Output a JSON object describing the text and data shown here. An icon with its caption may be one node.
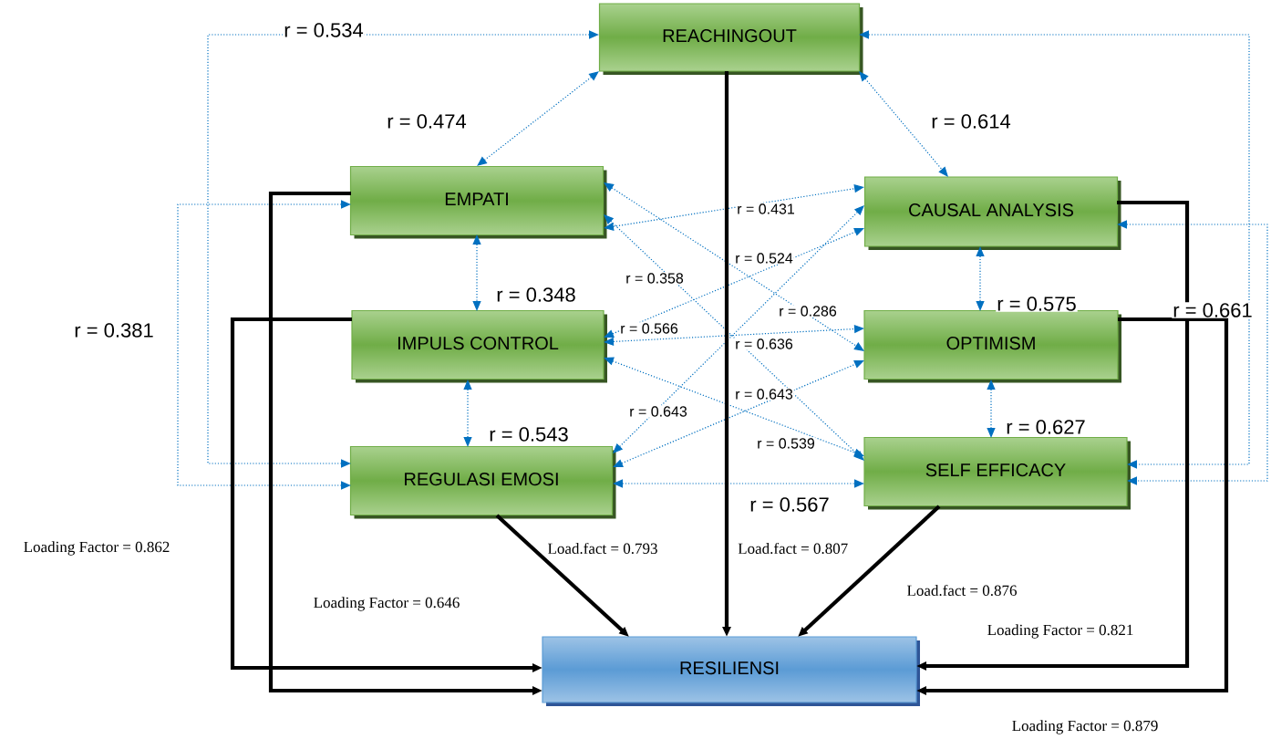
{
  "diagram": {
    "nodes": [
      {
        "text": [
          "REACHINGOUT"
        ]
      },
      {
        "text": [
          "EMPATI"
        ]
      },
      {
        "text": [
          "CAUSAL ANALYSIS"
        ]
      },
      {
        "text": [
          "IMPULS CONTROL"
        ]
      },
      {
        "text": [
          "OPTIMISM"
        ]
      },
      {
        "text": [
          "REGULASI EMOSI"
        ]
      },
      {
        "text": [
          "SELF EFFICACY"
        ]
      },
      {
        "text": [
          "RESILIENSI"
        ]
      }
    ],
    "edges": [
      {
        "from": 0,
        "to": 1,
        "arrow": "both",
        "style": "dashed",
        "label": "r = 0.474"
      },
      {
        "from": 0,
        "to": 2,
        "arrow": "both",
        "style": "dashed",
        "label": "r = 0.614"
      },
      {
        "from": 0,
        "to": 5,
        "arrow": "both",
        "style": "dashed",
        "label": "r = 0.534"
      },
      {
        "from": 1,
        "to": 5,
        "arrow": "both",
        "style": "dashed",
        "label": "r = 0.381"
      },
      {
        "from": 0,
        "to": 6,
        "arrow": "both",
        "style": "dashed"
      },
      {
        "from": 2,
        "to": 6,
        "arrow": "both",
        "style": "dashed",
        "label": "r = 0.661"
      },
      {
        "from": 1,
        "to": 3,
        "arrow": "both",
        "style": "dashed",
        "label": "r = 0.348"
      },
      {
        "from": 3,
        "to": 5,
        "arrow": "both",
        "style": "dashed",
        "label": "r = 0.543"
      },
      {
        "from": 2,
        "to": 4,
        "arrow": "both",
        "style": "dashed",
        "label": "r = 0.575"
      },
      {
        "from": 4,
        "to": 6,
        "arrow": "both",
        "style": "dashed",
        "label": "r = 0.627"
      },
      {
        "from": 5,
        "to": 6,
        "arrow": "both",
        "style": "dashed",
        "label": "r = 0.567"
      },
      {
        "from": 1,
        "to": 2,
        "arrow": "both",
        "style": "dashed",
        "label": "r = 0.431"
      },
      {
        "from": 1,
        "to": 4,
        "arrow": "both",
        "style": "dashed",
        "label": "r = 0.524"
      },
      {
        "from": 1,
        "to": 6,
        "arrow": "both",
        "style": "dashed",
        "label": "r = 0.636"
      },
      {
        "from": 3,
        "to": 2,
        "arrow": "both",
        "style": "dashed",
        "label": "r = 0.566"
      },
      {
        "from": 3,
        "to": 4,
        "arrow": "both",
        "style": "dashed",
        "label": "r = 0.286"
      },
      {
        "from": 3,
        "to": 6,
        "arrow": "both",
        "style": "dashed",
        "label": "r = 0.539"
      },
      {
        "from": 5,
        "to": 2,
        "arrow": "both",
        "style": "dashed",
        "label": "r = 0.643"
      },
      {
        "from": 5,
        "to": 4,
        "arrow": "both",
        "style": "dashed",
        "label": "r = 0.643"
      },
      {
        "from": 1,
        "to": 7,
        "arrow": "to",
        "style": "thick",
        "color": "#000000",
        "label": "Loading Factor = 0.646"
      },
      {
        "from": 3,
        "to": 7,
        "arrow": "to",
        "style": "thick",
        "color": "#000000",
        "label": "Loading Factor = 0.862"
      },
      {
        "from": 5,
        "to": 7,
        "arrow": "to",
        "style": "thick",
        "color": "#000000",
        "label": "Load.fact = 0.793"
      },
      {
        "from": 0,
        "to": 7,
        "arrow": "to",
        "style": "thick",
        "color": "#000000",
        "label": "Load.fact = 0.807"
      },
      {
        "from": 6,
        "to": 7,
        "arrow": "to",
        "style": "thick",
        "color": "#000000",
        "label": "Load.fact = 0.876"
      },
      {
        "from": 2,
        "to": 7,
        "arrow": "to",
        "style": "thick",
        "color": "#000000",
        "label": "Loading Factor = 0.821"
      },
      {
        "from": 4,
        "to": 7,
        "arrow": "to",
        "style": "thick",
        "color": "#000000",
        "label": "Loading Factor = 0.879"
      }
    ],
    "labels": [
      "r = 0.358"
    ]
  }
}
